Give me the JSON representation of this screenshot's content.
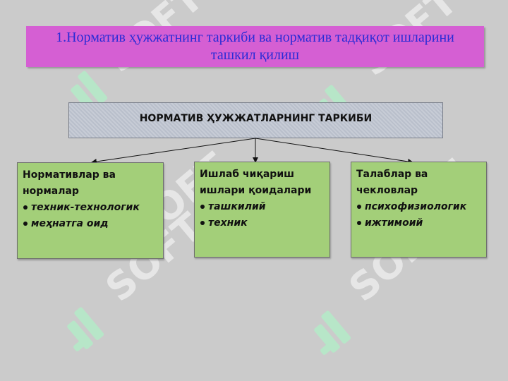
{
  "title": {
    "line1": "1.Норматив ҳужжатнинг таркиби ва норматив тадқиқот ишларини",
    "line2": "ташкил қилиш"
  },
  "header": "НОРМАТИВ ҲУЖЖАТЛАРНИНГ ТАРКИБИ",
  "cards": [
    {
      "heading_line1": "Нормативлар ва",
      "heading_line2": "нормалар",
      "items": [
        "техник-технологик",
        "меҳнатга оид"
      ]
    },
    {
      "heading_line1": "Ишлаб чиқариш",
      "heading_line2": "ишлари қоидалари",
      "items": [
        "ташкилий",
        "техник"
      ]
    },
    {
      "heading_line1": "Талаблар ва",
      "heading_line2": "чекловлар",
      "items": [
        "психофизиологик",
        "ижтимоий"
      ]
    }
  ],
  "watermark": "SOFT",
  "colors": {
    "background": "#cbcbcb",
    "title_bg": "#d55fd3",
    "title_text": "#2b2bd6",
    "card_bg": "#a3cf79",
    "watermark": "#e6e6e6",
    "watermark_logo": "#b7e6c8"
  }
}
